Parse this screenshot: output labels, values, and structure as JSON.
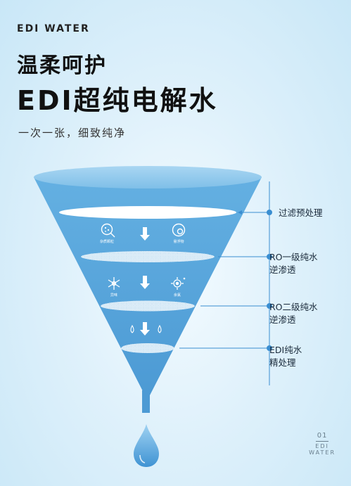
{
  "brand": "EDI WATER",
  "headline": "温柔呵护",
  "title": "EDI超纯电解水",
  "tagline": "一次一张，细致纯净",
  "steps": [
    {
      "line1": "过滤预处理",
      "line2": ""
    },
    {
      "line1": "RO一级纯水",
      "line2": "逆渗透"
    },
    {
      "line1": "RO二级纯水",
      "line2": "逆渗透"
    },
    {
      "line1": "EDI纯水",
      "line2": "精处理"
    }
  ],
  "icons": {
    "row1_left": "杂质颗粒",
    "row1_right": "悬浮物",
    "row2_left": "异味",
    "row2_right": "余氯"
  },
  "corner": {
    "number": "01",
    "word1": "EDI",
    "word2": "WATER"
  },
  "colors": {
    "funnel": "#5ba8dc",
    "line": "#3a8ed1",
    "text": "#1b1b1b"
  }
}
